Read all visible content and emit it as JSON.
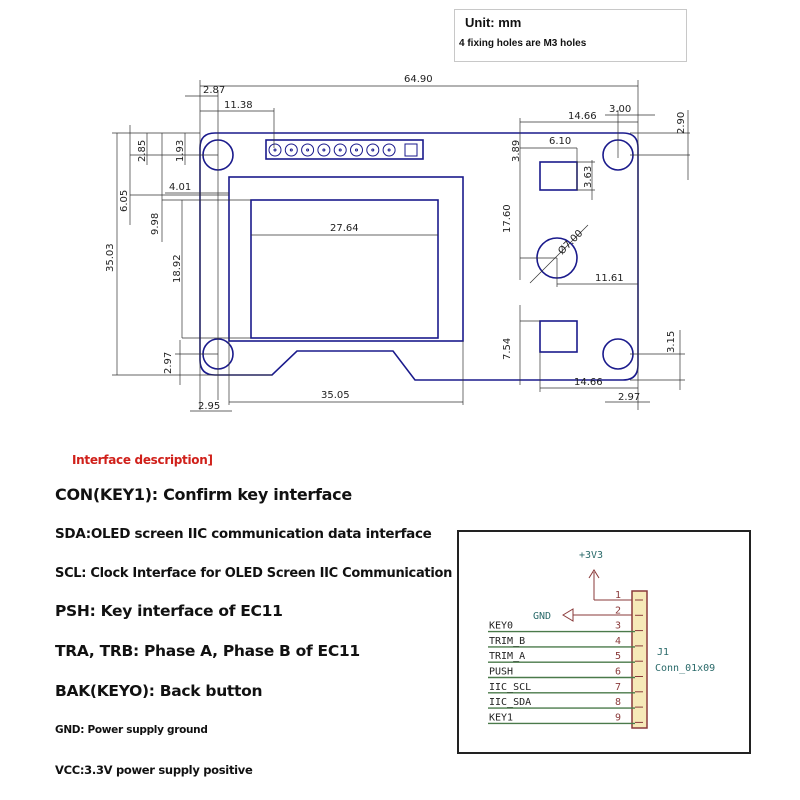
{
  "notes": {
    "unit": "Unit: mm",
    "holes": "4 fixing holes are M3 holes"
  },
  "dimensions": {
    "overall_width": "64.90",
    "hole_offset_x_top": "2.87",
    "header_offset": "11.38",
    "right_top_width": "14.66",
    "hole_right_offset": "3.00",
    "hole_top_offset_right": "2.90",
    "left_2_85": "2.85",
    "left_1_93": "1.93",
    "left_6_05": "6.05",
    "left_9_98": "9.98",
    "overall_height": "35.03",
    "display_height": "18.92",
    "hole_bottom_offset_left": "2.97",
    "display_offset": "4.01",
    "display_width": "27.64",
    "button_top_offset": "3.89",
    "button_width": "6.10",
    "button_height": "3.63",
    "encoder_offset_y": "17.60",
    "encoder_diameter": "Ø7.00",
    "encoder_offset_x": "11.61",
    "button2_offset": "7.54",
    "hole_bottom_offset_right": "3.15",
    "right_bottom_width": "14.66",
    "frame_width": "35.05",
    "hole_left_offset_bottom": "2.95",
    "hole_right_offset_bottom": "2.97"
  },
  "interface": {
    "title": "Interface description]",
    "items": [
      "CON(KEY1): Confirm key interface",
      "SDA:OLED screen IIC communication data interface",
      "SCL: Clock Interface for OLED Screen IIC Communication",
      "PSH: Key interface of EC11",
      "TRA, TRB: Phase A, Phase B of EC11",
      "BAK(KEYO): Back button",
      "GND: Power supply ground",
      "VCC:3.3V power supply positive"
    ]
  },
  "schematic": {
    "power": "+3V3",
    "ground": "GND",
    "ref": "J1",
    "part": "Conn_01x09",
    "pins": [
      {
        "num": "1",
        "net": ""
      },
      {
        "num": "2",
        "net": ""
      },
      {
        "num": "3",
        "net": "KEY0"
      },
      {
        "num": "4",
        "net": "TRIM_B"
      },
      {
        "num": "5",
        "net": "TRIM_A"
      },
      {
        "num": "6",
        "net": "PUSH"
      },
      {
        "num": "7",
        "net": "IIC_SCL"
      },
      {
        "num": "8",
        "net": "IIC_SDA"
      },
      {
        "num": "9",
        "net": "KEY1"
      }
    ],
    "colors": {
      "wire": "#4a7a4a",
      "pin": "#8a3a3a",
      "body": "#f6e9b8",
      "label": "#2a6a6a",
      "power": "#8a3a3a"
    }
  },
  "colors": {
    "board_outline": "#1a1a8c",
    "dimension": "#222222",
    "title_red": "#d0201a"
  }
}
